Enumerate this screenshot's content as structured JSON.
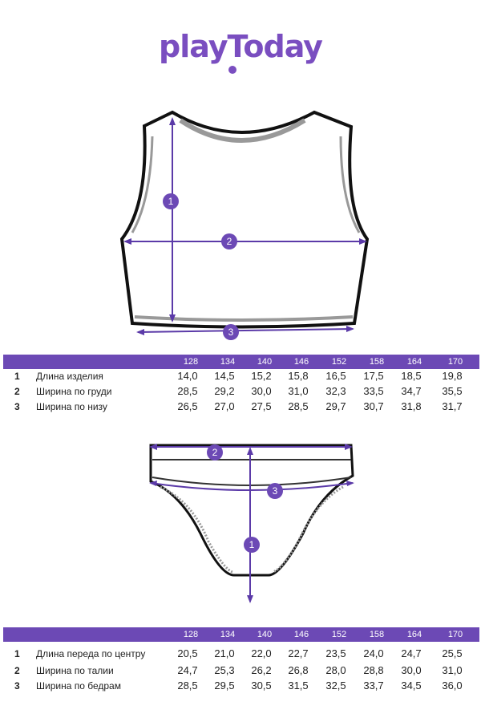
{
  "brand": {
    "logo": "playToday",
    "color": "#7a4ec0"
  },
  "header_color": "#6c49b5",
  "top_table": {
    "sizes": [
      "128",
      "134",
      "140",
      "146",
      "152",
      "158",
      "164",
      "170"
    ],
    "rows": [
      {
        "num": "1",
        "label": "Длина изделия",
        "values": [
          "14,0",
          "14,5",
          "15,2",
          "15,8",
          "16,5",
          "17,5",
          "18,5",
          "19,8"
        ]
      },
      {
        "num": "2",
        "label": "Ширина по груди",
        "values": [
          "28,5",
          "29,2",
          "30,0",
          "31,0",
          "32,3",
          "33,5",
          "34,7",
          "35,5"
        ]
      },
      {
        "num": "3",
        "label": "Ширина по низу",
        "values": [
          "26,5",
          "27,0",
          "27,5",
          "28,5",
          "29,7",
          "30,7",
          "31,8",
          "31,7"
        ]
      }
    ]
  },
  "bottom_table": {
    "sizes": [
      "128",
      "134",
      "140",
      "146",
      "152",
      "158",
      "164",
      "170"
    ],
    "rows": [
      {
        "num": "1",
        "label": "Длина переда по центру",
        "values": [
          "20,5",
          "21,0",
          "22,0",
          "22,7",
          "23,5",
          "24,0",
          "24,7",
          "25,5"
        ]
      },
      {
        "num": "2",
        "label": "Ширина по талии",
        "values": [
          "24,7",
          "25,3",
          "26,2",
          "26,8",
          "28,0",
          "28,8",
          "30,0",
          "31,0"
        ]
      },
      {
        "num": "3",
        "label": "Ширина по бедрам",
        "values": [
          "28,5",
          "29,5",
          "30,5",
          "31,5",
          "32,5",
          "33,7",
          "34,5",
          "36,0"
        ]
      }
    ]
  },
  "top_markers": [
    "1",
    "2",
    "3"
  ],
  "bottom_markers": [
    "1",
    "2",
    "3"
  ]
}
